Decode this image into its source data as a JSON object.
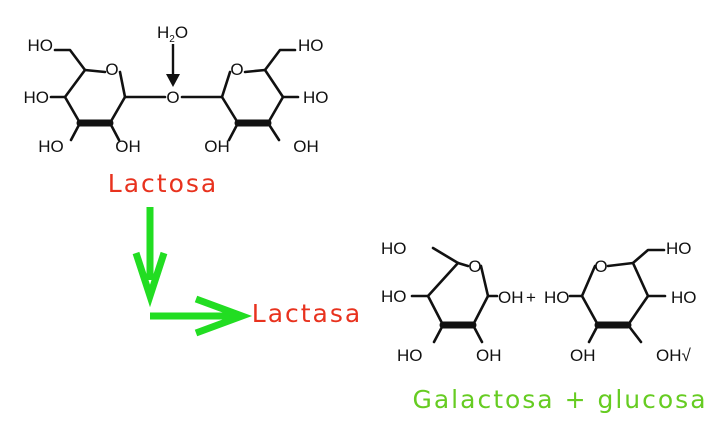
{
  "colors": {
    "molecule": "#111111",
    "caption_red": "#e8321e",
    "caption_green": "#66cc22",
    "arrow_green": "#22dd22"
  },
  "reagent": {
    "water_h": "H",
    "water_sub": "2",
    "water_o": "O"
  },
  "lactose_molecule": {
    "left_ring": {
      "ring_o": "O",
      "ch2oh": "HO",
      "oh_left": "HO",
      "oh_bottom_left": "HO",
      "oh_bottom_right": "OH"
    },
    "bridge_o": "O",
    "right_ring": {
      "ring_o": "O",
      "ch2oh": "HO",
      "oh_right": "HO",
      "oh_bottom_left": "OH",
      "oh_bottom_right": "OH"
    }
  },
  "labels": {
    "substrate": "Lactosa",
    "enzyme": "Lactasa",
    "products": "Galactosa + glucosa"
  },
  "products_molecules": {
    "galactose": {
      "ring_o": "O",
      "ch2oh": "HO",
      "oh_left": "HO",
      "oh_bottom_left": "HO",
      "oh_bottom_right": "OH",
      "oh_anomeric": "OH"
    },
    "plus": "+",
    "glucose": {
      "ring_o": "O",
      "ch2oh": "HO",
      "oh_anomeric": "HO",
      "oh_right": "HO",
      "oh_bottom_left": "OH",
      "oh_bottom_right": "OH√"
    }
  },
  "icons": [
    "down-arrow-icon",
    "green-bent-arrow-icon"
  ]
}
